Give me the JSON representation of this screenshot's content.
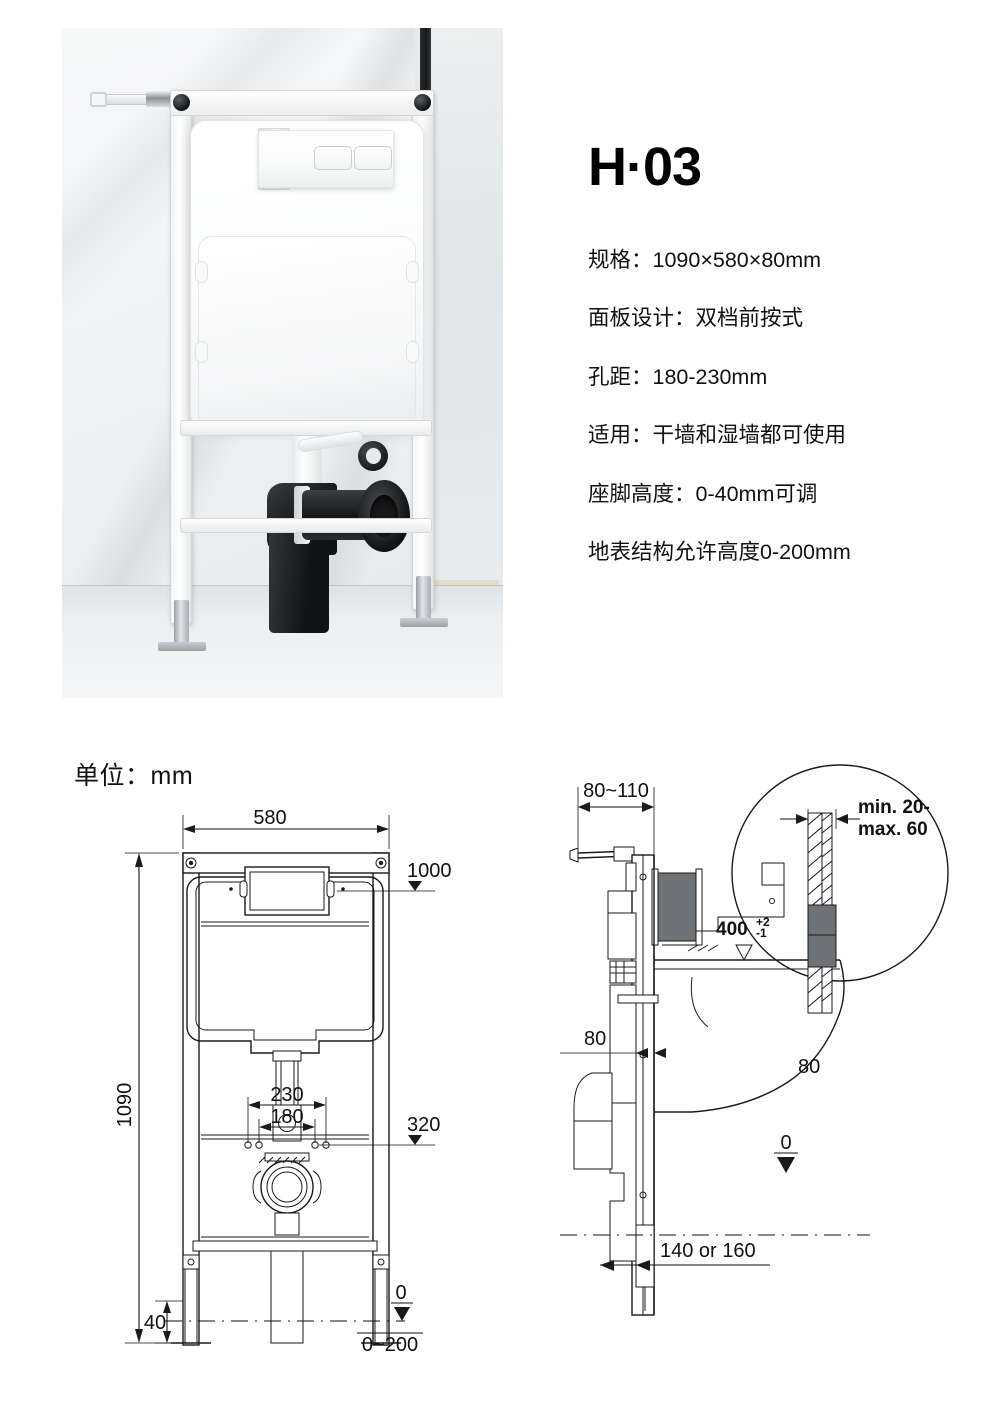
{
  "product": {
    "model": "H·03",
    "specs": [
      "规格：1090×580×80mm",
      "面板设计：双档前按式",
      "孔距：180-230mm",
      "适用：干墙和湿墙都可使用",
      "座脚高度：0-40mm可调",
      "地表结构允许高度0-200mm"
    ]
  },
  "drawing": {
    "unit_label": "单位：mm",
    "front_view": {
      "width": "580",
      "total_height": "1090",
      "plate_height": "1000",
      "outlet_spacing_outer": "230",
      "outlet_spacing_inner": "180",
      "outlet_height": "320",
      "foot_adjust": "40",
      "datum_zero": "0",
      "floor_structure": "0~200"
    },
    "side_view": {
      "wall_offset": "80~110",
      "frame_depth": "80",
      "bowl_height": "400",
      "bowl_tol_plus": "+2",
      "bowl_tol_minus": "-1",
      "bowl_depth": "80",
      "datum_zero": "0",
      "outlet_spacing": "140 or 160"
    },
    "detail_callout": {
      "line1": "min. 20-",
      "line2": "max. 60"
    }
  }
}
